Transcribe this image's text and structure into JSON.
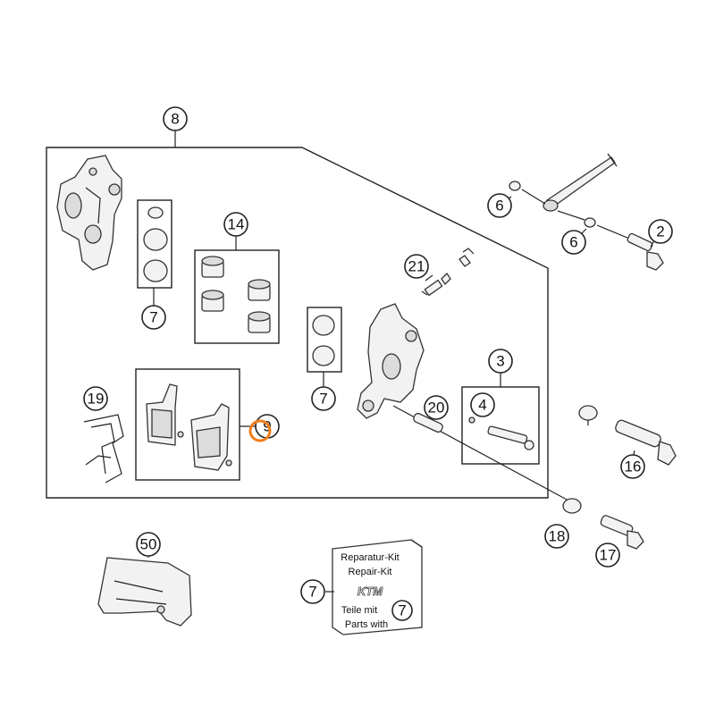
{
  "diagram": {
    "callouts": {
      "c8": "8",
      "c7a": "7",
      "c14": "14",
      "c21": "21",
      "c6a": "6",
      "c6b": "6",
      "c2": "2",
      "c7b": "7",
      "c3": "3",
      "c4": "4",
      "c20": "20",
      "c19": "19",
      "c9": "9",
      "c16": "16",
      "c18": "18",
      "c17": "17",
      "c50": "50",
      "c7c": "7",
      "c7d": "7"
    },
    "kit": {
      "line1": "Reparatur-Kit",
      "line2": "Repair-Kit",
      "logo": "KTM",
      "line3": "Teile mit",
      "line4": "Parts with"
    },
    "highlight_color": "#f07c1a"
  }
}
